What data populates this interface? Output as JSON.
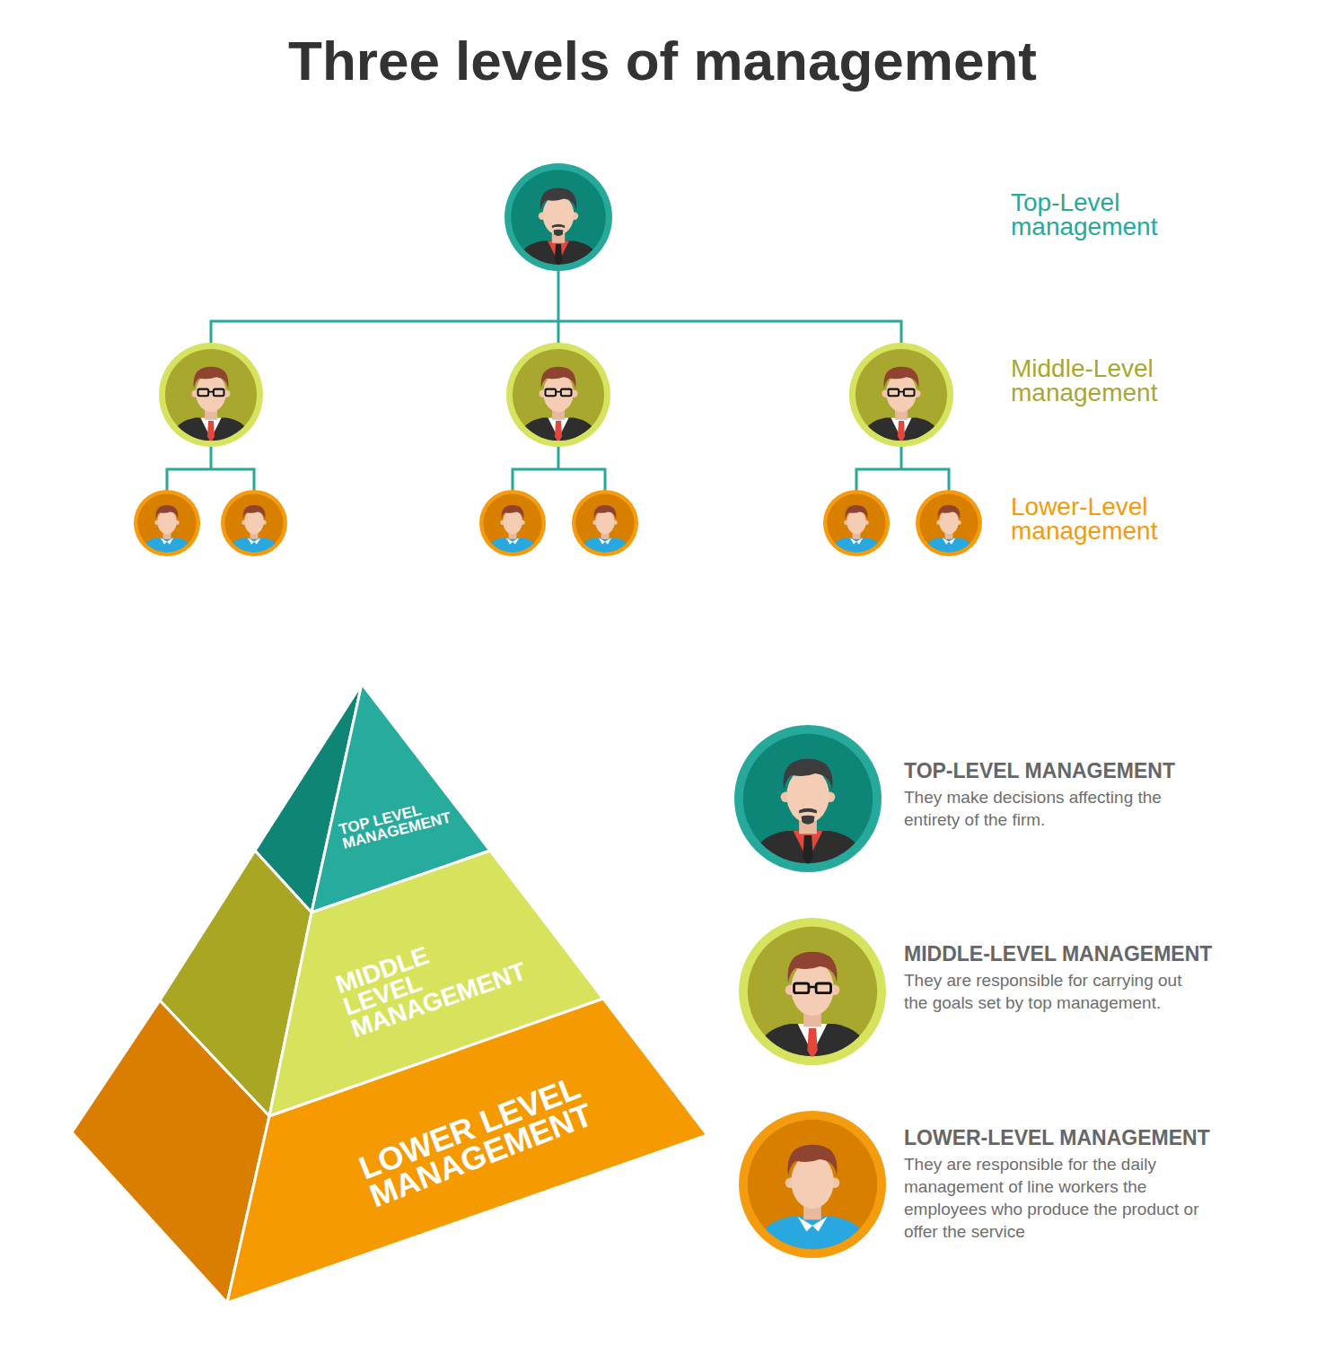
{
  "diagram": {
    "title": "Three levels of management",
    "nodes": [
      {
        "text": [
          "TOP LEVEL MANAGEMENT"
        ]
      },
      {
        "text": [
          "MIDDLE LEVEL MANAGEMENT"
        ]
      },
      {
        "text": [
          "LOWER LEVEL MANAGEMENT"
        ]
      },
      {
        "text": [
          "TOP-LEVEL MANAGEMENT",
          "They make decisions affecting the entirety of the firm."
        ]
      },
      {
        "text": [
          "MIDDLE-LEVEL MANAGEMENT",
          "They are responsible for carrying out the goals set by top management."
        ]
      },
      {
        "text": [
          "LOWER-LEVEL MANAGEMENT",
          "They are responsible for the daily management of line workers the employees who produce the product or offer the service"
        ]
      }
    ],
    "labels": [
      "Top-Level management",
      "Middle-Level management",
      "Lower-Level management"
    ]
  }
}
